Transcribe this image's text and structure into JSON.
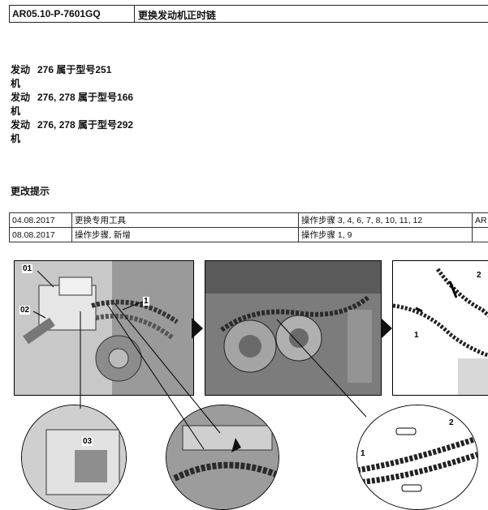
{
  "header": {
    "doc_code": "AR05.10-P-7601GQ",
    "title": "更换发动机正时链"
  },
  "engines": [
    {
      "label": "发动机",
      "value": "276 属于型号251"
    },
    {
      "label": "发动机",
      "value": "276, 278 属于型号166"
    },
    {
      "label": "发动机",
      "value": "276, 278 属于型号292"
    }
  ],
  "change_notes": {
    "title": "更改提示",
    "rows": [
      {
        "date": "04.08.2017",
        "change": "更换专用工具",
        "steps": "操作步骤 3, 4, 6, 7, 8, 10, 11, 12",
        "extra": "AR"
      },
      {
        "date": "08.08.2017",
        "change": "操作步骤, 新增",
        "steps": "操作步骤 1, 9",
        "extra": ""
      }
    ]
  },
  "figure": {
    "callouts": {
      "c01": "01",
      "c02": "02",
      "c1a": "1",
      "c03": "03",
      "c1b": "1",
      "c2a": "2",
      "c1c": "1",
      "c2b": "2"
    }
  }
}
